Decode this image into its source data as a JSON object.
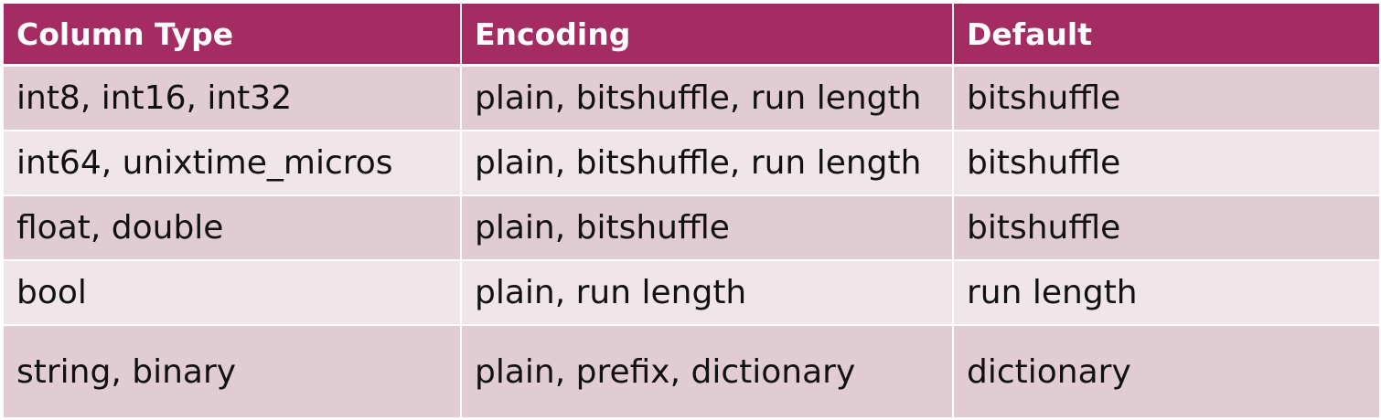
{
  "table": {
    "headers": [
      "Column Type",
      "Encoding",
      "Default"
    ],
    "rows": [
      {
        "column_type": "int8, int16, int32",
        "encoding": "plain, bitshuffle, run length",
        "default": "bitshuffle"
      },
      {
        "column_type": "int64, unixtime_micros",
        "encoding": "plain, bitshuffle, run length",
        "default": "bitshuffle"
      },
      {
        "column_type": "float, double",
        "encoding": "plain, bitshuffle",
        "default": "bitshuffle"
      },
      {
        "column_type": "bool",
        "encoding": "plain, run length",
        "default": "run length"
      },
      {
        "column_type": "string, binary",
        "encoding": "plain, prefix, dictionary",
        "default": "dictionary"
      }
    ]
  },
  "colors": {
    "header_bg": "#a52b63",
    "header_text": "#ffffff",
    "row_odd_bg": "#e2ccd3",
    "row_even_bg": "#f0e6ea"
  }
}
